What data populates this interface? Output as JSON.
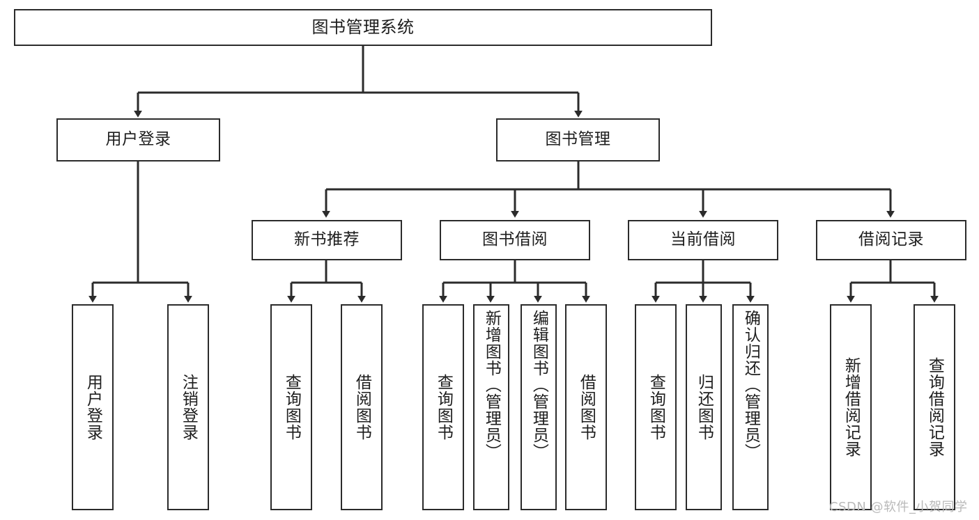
{
  "diagram": {
    "title": "图书管理系统",
    "type": "功能结构图",
    "root": {
      "id": "root",
      "label": "图书管理系统"
    },
    "level2": [
      {
        "id": "user-login",
        "label": "用户登录"
      },
      {
        "id": "book-manage",
        "label": "图书管理"
      }
    ],
    "level3": [
      {
        "id": "new-book-recommend",
        "label": "新书推荐",
        "parent": "book-manage"
      },
      {
        "id": "book-borrow",
        "label": "图书借阅",
        "parent": "book-manage"
      },
      {
        "id": "current-borrow",
        "label": "当前借阅",
        "parent": "book-manage"
      },
      {
        "id": "borrow-record",
        "label": "借阅记录",
        "parent": "book-manage"
      }
    ],
    "leaves": [
      {
        "id": "leaf-user-login",
        "label": "用户登录",
        "parent": "user-login"
      },
      {
        "id": "leaf-user-logout",
        "label": "注销登录",
        "parent": "user-login"
      },
      {
        "id": "leaf-query-book-1",
        "label": "查询图书",
        "parent": "new-book-recommend"
      },
      {
        "id": "leaf-borrow-book-1",
        "label": "借阅图书",
        "parent": "new-book-recommend"
      },
      {
        "id": "leaf-query-book-2",
        "label": "查询图书",
        "parent": "book-borrow"
      },
      {
        "id": "leaf-add-book",
        "label": "新增图书（管理员）",
        "parent": "book-borrow"
      },
      {
        "id": "leaf-edit-book",
        "label": "编辑图书（管理员）",
        "parent": "book-borrow"
      },
      {
        "id": "leaf-borrow-book-2",
        "label": "借阅图书",
        "parent": "book-borrow"
      },
      {
        "id": "leaf-query-book-3",
        "label": "查询图书",
        "parent": "current-borrow"
      },
      {
        "id": "leaf-return-book",
        "label": "归还图书",
        "parent": "current-borrow"
      },
      {
        "id": "leaf-confirm-return",
        "label": "确认归还（管理员）",
        "parent": "current-borrow"
      },
      {
        "id": "leaf-add-record",
        "label": "新增借阅记录",
        "parent": "borrow-record"
      },
      {
        "id": "leaf-query-record",
        "label": "查询借阅记录",
        "parent": "borrow-record"
      }
    ],
    "watermark": "CSDN @软件_小贺同学",
    "colors": {
      "stroke": "#2b2b2b",
      "background": "#ffffff",
      "text": "#1d1d1d",
      "watermark": "#b9b9b9"
    }
  }
}
